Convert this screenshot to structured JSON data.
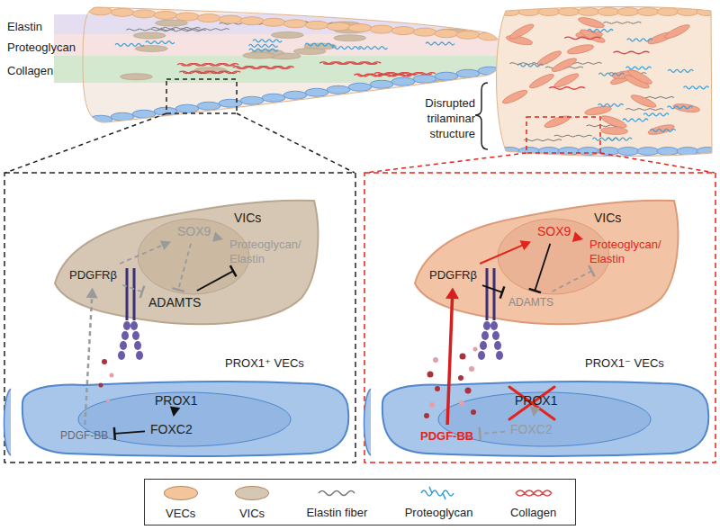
{
  "diagram": {
    "nodes": [
      {
        "text": [
          "VICs"
        ]
      },
      {
        "text": [
          "PDGFRβ"
        ],
        "in": 0
      },
      {
        "text": [
          "SOX9"
        ],
        "in": 0
      },
      {
        "text": [
          "Proteoglycan/ Elastin"
        ],
        "in": 0
      },
      {
        "text": [
          "ADAMTS"
        ],
        "in": 0
      },
      {
        "text": [
          "PROX1⁺ VECs"
        ]
      },
      {
        "text": [
          "PROX1"
        ],
        "in": 5
      },
      {
        "text": [
          "FOXC2"
        ],
        "in": 5
      },
      {
        "text": [
          "PDGF-BB"
        ],
        "in": 5
      },
      {
        "text": [
          "VICs"
        ]
      },
      {
        "text": [
          "PDGFRβ"
        ],
        "in": 9
      },
      {
        "text": [
          "SOX9"
        ],
        "in": 9
      },
      {
        "text": [
          "Proteoglycan/ Elastin"
        ],
        "in": 9
      },
      {
        "text": [
          "ADAMTS"
        ],
        "in": 9
      },
      {
        "text": [
          "PROX1⁻ VECs"
        ]
      },
      {
        "text": [
          "PROX1"
        ],
        "in": 14
      },
      {
        "text": [
          "FOXC2"
        ],
        "in": 14
      },
      {
        "text": [
          "PDGF-BB"
        ],
        "in": 14
      }
    ],
    "edges": [
      {
        "from": 6,
        "to": 7,
        "arrow": "to"
      },
      {
        "from": 7,
        "to": 8,
        "arrow": "to"
      },
      {
        "from": 8,
        "to": 1,
        "arrow": "to"
      },
      {
        "from": 1,
        "to": 2,
        "arrow": "to"
      },
      {
        "from": 2,
        "to": 3,
        "arrow": "to"
      },
      {
        "from": 2,
        "to": 4,
        "arrow": "to"
      },
      {
        "from": 1,
        "to": 4,
        "arrow": "to"
      },
      {
        "from": 4,
        "to": 3,
        "arrow": "to"
      },
      {
        "from": 15,
        "to": 16,
        "arrow": "to"
      },
      {
        "from": 16,
        "to": 17,
        "arrow": "to"
      },
      {
        "from": 17,
        "to": 10,
        "arrow": "to"
      },
      {
        "from": 10,
        "to": 11,
        "arrow": "to"
      },
      {
        "from": 11,
        "to": 12,
        "arrow": "to"
      },
      {
        "from": 11,
        "to": 13,
        "arrow": "to"
      },
      {
        "from": 10,
        "to": 13,
        "arrow": "to"
      },
      {
        "from": 13,
        "to": 12,
        "arrow": "to"
      }
    ],
    "labels": [
      "Elastin",
      "Proteoglycan",
      "Collagen",
      "Disrupted trilaminar structure"
    ],
    "legend": [
      {
        "text": "VECs",
        "color": "#f4c59b"
      },
      {
        "text": "VICs",
        "color": "#d6c7b4"
      },
      {
        "text": "Elastin fiber"
      },
      {
        "text": "Proteoglycan"
      },
      {
        "text": "Collagen"
      }
    ]
  }
}
